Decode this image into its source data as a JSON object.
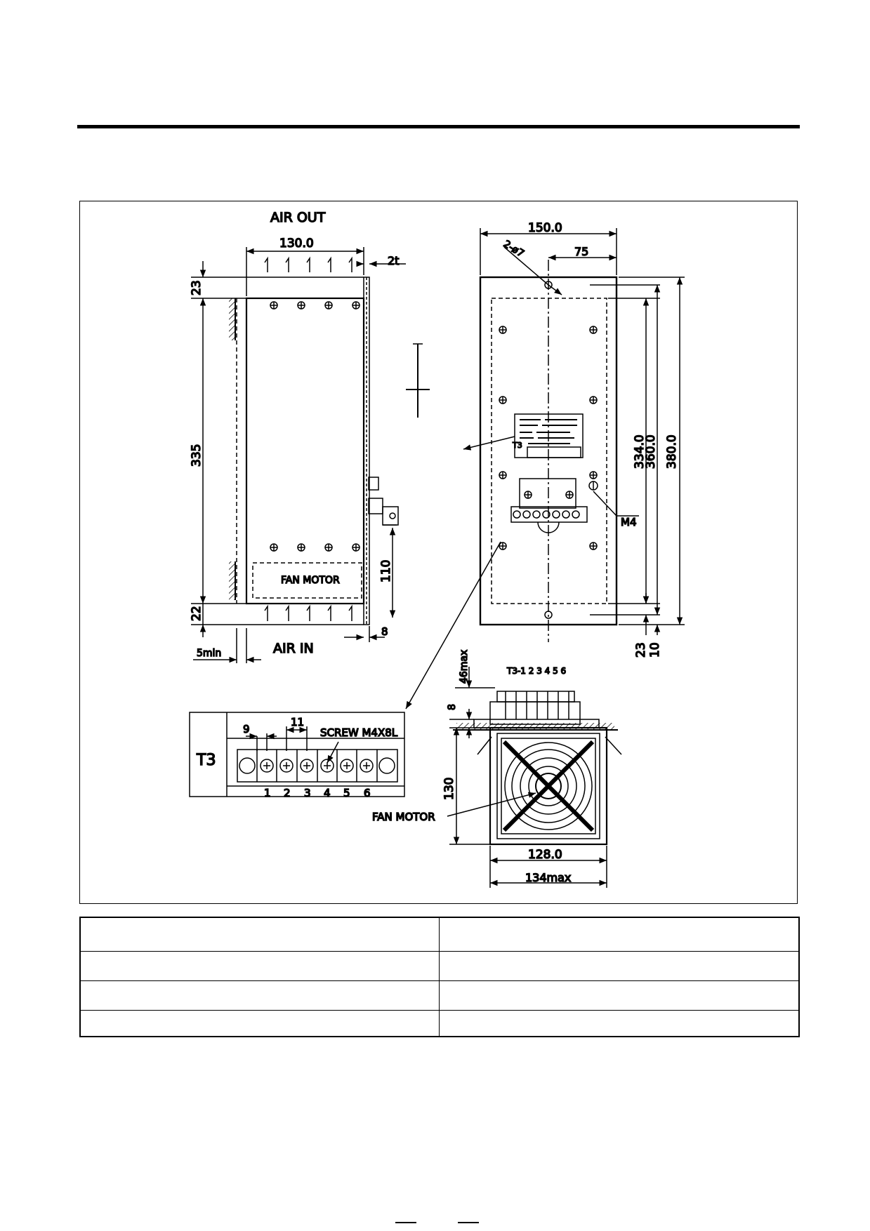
{
  "drawing": {
    "side_view": {
      "air_out": "AIR OUT",
      "air_in": "AIR IN",
      "width": "130.0",
      "plate": "2t",
      "top_gap": "23",
      "height": "335",
      "bottom_gap": "22",
      "min_clearance": "5min",
      "connector_height": "110",
      "flange": "8",
      "fan_motor": "FAN MOTOR"
    },
    "front_view": {
      "width": "150.0",
      "hole_offset": "75",
      "holes": "2-ø7",
      "h334": "334.0",
      "h360": "360.0",
      "h380": "380.0",
      "b23": "23",
      "b10": "10",
      "terminal_label": "T3",
      "ground": "M4"
    },
    "terminal_detail": {
      "name": "T3",
      "pitch_a": "9",
      "pitch_b": "11",
      "screw": "SCREW M4X8L",
      "numbers": [
        "1",
        "2",
        "3",
        "4",
        "5",
        "6"
      ]
    },
    "bottom_view": {
      "terminal_header": "T3-1 2 3 4 5 6",
      "height_max": "46max",
      "flange": "8",
      "depth": "130",
      "fan_motor": "FAN MOTOR",
      "width": "128.0",
      "width_max": "134max"
    }
  }
}
